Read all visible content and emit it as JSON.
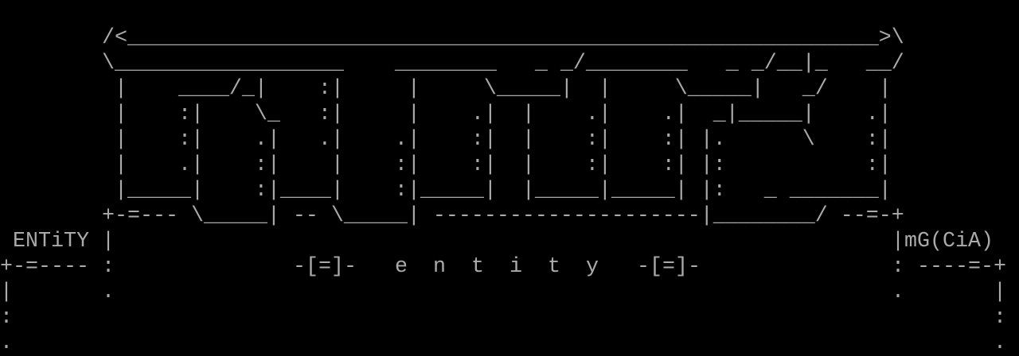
{
  "logo": {
    "lines": [
      "        /<___________________________________________________________>\\",
      "        \\__________________    ________   _ _/________   _ _/__|_   __/",
      "         |    ____/_|    :|     |     \\_____|  |     \\_____|   _/    |",
      "         |    :|    \\_   :|     |    .|  |    .|    .|  _|_____|    .|",
      "         |    :|    .|   .|    .|    :|  |    :|    :| |.      \\    :|",
      "         |    .|    :|    |    :|    :|  |    :|    :| |:           :|",
      "         |_____|    :|____|    :|_____|  |_____|_____| |:   _ _______|",
      "        +-=--- \\_____| -- \\_____| ---------------------|________/ --=-+"
    ]
  },
  "left_label": "ENTiTY",
  "right_label": "mG(CiA)",
  "title": "entity",
  "ornament": "-[=]-",
  "left_rule": "+-=----",
  "right_rule": "----=-+",
  "glyphs": {
    "bar": "|",
    "colon": ":",
    "dot": "."
  }
}
